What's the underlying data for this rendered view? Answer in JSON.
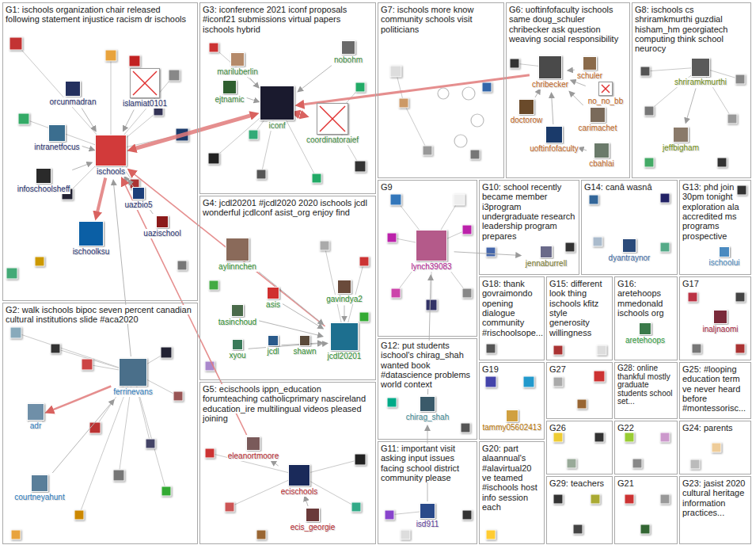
{
  "diagram": {
    "nodes": [
      {
        "text": [
          "G1: ischools organization chair released following statement injustice racism dr ischools"
        ]
      },
      {
        "text": [
          "ischools"
        ],
        "in": 0
      },
      {
        "text": [
          "orcunmadran"
        ],
        "in": 0
      },
      {
        "text": [
          "islamiat0101"
        ],
        "in": 0
      },
      {
        "text": [
          "intranetfocus"
        ],
        "in": 0
      },
      {
        "text": [
          "infoschoolsheff"
        ],
        "in": 0
      },
      {
        "text": [
          "uazbio5"
        ],
        "in": 0
      },
      {
        "text": [
          "uazischool"
        ],
        "in": 0
      },
      {
        "text": [
          "ischoolksu"
        ],
        "in": 0
      },
      {
        "text": [
          "G2: walk ischools bipoc seven percent canadian cultural institutions slide #aca2020"
        ]
      },
      {
        "text": [
          "ferrinevans"
        ],
        "in": 9
      },
      {
        "text": [
          "adr"
        ],
        "in": 9
      },
      {
        "text": [
          "courtneyahunt"
        ],
        "in": 9
      },
      {
        "text": [
          "G3: iconference 2021 iconf proposals #iconf21 submissions virtual papers ischools hybrid"
        ]
      },
      {
        "text": [
          "nobohm"
        ],
        "in": 13
      },
      {
        "text": [
          "mariluberlin"
        ],
        "in": 13
      },
      {
        "text": [
          "ejtnamic"
        ],
        "in": 13
      },
      {
        "text": [
          "iconf"
        ],
        "in": 13
      },
      {
        "text": [
          "coordinatoraief"
        ],
        "in": 13
      },
      {
        "text": [
          "G4: jcdl20201 #jcdl2020 2020 ischools jcdl wonderful jcdlconf asist_org enjoy find"
        ]
      },
      {
        "text": [
          "aylinnchen"
        ],
        "in": 19
      },
      {
        "text": [
          "asis"
        ],
        "in": 19
      },
      {
        "text": [
          "gavindya2"
        ],
        "in": 19
      },
      {
        "text": [
          "tasinchoud"
        ],
        "in": 19
      },
      {
        "text": [
          "xyou"
        ],
        "in": 19
      },
      {
        "text": [
          "jcdl"
        ],
        "in": 19
      },
      {
        "text": [
          "shawn"
        ],
        "in": 19
      },
      {
        "text": [
          "jcdl20201"
        ],
        "in": 19
      },
      {
        "text": [
          "G5: ecischools ippn_education forumteaching catholicprimary nascireland education_ire multilingual videos pleased joining"
        ]
      },
      {
        "text": [
          "eleanortmoore"
        ],
        "in": 28
      },
      {
        "text": [
          "ecischools"
        ],
        "in": 28
      },
      {
        "text": [
          "ecis_georgie"
        ],
        "in": 28
      },
      {
        "text": [
          "G6: uoftinfofaculty ischools same doug_schuler chribecker ask question weaving social responsibility"
        ]
      },
      {
        "text": [
          "chribecker"
        ],
        "in": 32
      },
      {
        "text": [
          "schuler"
        ],
        "in": 32
      },
      {
        "text": [
          "no_no_bb"
        ],
        "in": 32
      },
      {
        "text": [
          "doctorow"
        ],
        "in": 32
      },
      {
        "text": [
          "carimachet"
        ],
        "in": 32
      },
      {
        "text": [
          "uoftinfofaculty"
        ],
        "in": 32
      },
      {
        "text": [
          "cbahlai"
        ],
        "in": 32
      },
      {
        "text": [
          "G7: ischools more know community schools visit politicians"
        ]
      },
      {
        "text": [
          "G8: ischools cs shriramkmurthi guzdial hisham_hm georgiatech computing think school neurocy"
        ]
      },
      {
        "text": [
          "shriramkmurthi"
        ],
        "in": 41
      },
      {
        "text": [
          "jeffbigham"
        ],
        "in": 41
      },
      {
        "text": [
          "G9"
        ]
      },
      {
        "text": [
          "lynch39083"
        ],
        "in": 44
      },
      {
        "text": [
          "G10: school recently became member i3program undergraduate research leadership program prepares"
        ]
      },
      {
        "text": [
          "jennaburrell"
        ],
        "in": 46
      },
      {
        "text": [
          "G11: important visit asking input issues facing school district community please"
        ]
      },
      {
        "text": [
          "isd911"
        ],
        "in": 48
      },
      {
        "text": [
          "G12: put students ischool's chirag_shah wanted book #datascience problems world context"
        ]
      },
      {
        "text": [
          "chirag_shah"
        ],
        "in": 50
      },
      {
        "text": [
          "G13: phd join 30pm tonight exploration ala accredited ms programs prospective"
        ]
      },
      {
        "text": [
          "ischoolui"
        ],
        "in": 52
      },
      {
        "text": [
          "G14: canâ wasnâ"
        ]
      },
      {
        "text": [
          "dyantraynor"
        ],
        "in": 54
      },
      {
        "text": [
          "G15: different look thing ischools kfitz style generosity willingness"
        ]
      },
      {
        "text": [
          "G16: aretehoops mmedonald ischools org"
        ]
      },
      {
        "text": [
          "aretehoops"
        ],
        "in": 57
      },
      {
        "text": [
          "G17"
        ]
      },
      {
        "text": [
          "inaljnaomi"
        ],
        "in": 59
      },
      {
        "text": [
          "G18: thank govraimondo opening dialogue community #rischoolsope..."
        ]
      },
      {
        "text": [
          "G19"
        ]
      },
      {
        "text": [
          "tammy05602413"
        ],
        "in": 62
      },
      {
        "text": [
          "G20: part alaannual's #alavirtual20 ve teamed #ischools host info session each"
        ]
      },
      {
        "text": [
          "G21"
        ]
      },
      {
        "text": [
          "G22"
        ]
      },
      {
        "text": [
          "G23: jasist 2020 cultural heritage information practices..."
        ]
      },
      {
        "text": [
          "G24: parents"
        ]
      },
      {
        "text": [
          "G25: #looping education term ve never heard before #montessorisc..."
        ]
      },
      {
        "text": [
          "G26"
        ]
      },
      {
        "text": [
          "G27"
        ]
      },
      {
        "text": [
          "G28: online thankful mostly graduate students school set..."
        ]
      },
      {
        "text": [
          "G29: teachers"
        ]
      }
    ],
    "edges": [
      {
        "from": 17,
        "to": 1,
        "arrow": "both"
      },
      {
        "from": 1,
        "to": 8,
        "arrow": "to"
      },
      {
        "from": 18,
        "to": 17,
        "arrow": "both"
      },
      {
        "from": 2,
        "to": 1,
        "arrow": "to"
      },
      {
        "from": 3,
        "to": 1,
        "arrow": "to"
      },
      {
        "from": 4,
        "to": 1,
        "arrow": "to"
      },
      {
        "from": 5,
        "to": 1,
        "arrow": "to"
      },
      {
        "from": 6,
        "to": 1,
        "arrow": "to"
      },
      {
        "from": 7,
        "to": 1,
        "arrow": "to"
      },
      {
        "from": 27,
        "to": 1,
        "arrow": "to"
      },
      {
        "from": 29,
        "to": 1,
        "arrow": "to"
      },
      {
        "from": 10,
        "to": 11,
        "arrow": "to"
      },
      {
        "from": 12,
        "to": 10,
        "arrow": "to"
      },
      {
        "from": 10,
        "to": 1,
        "arrow": "to"
      },
      {
        "from": 14,
        "to": 17,
        "arrow": "to"
      },
      {
        "from": 15,
        "to": 17,
        "arrow": "to"
      },
      {
        "from": 16,
        "to": 17,
        "arrow": "to"
      },
      {
        "from": 20,
        "to": 27,
        "arrow": "to"
      },
      {
        "from": 21,
        "to": 27,
        "arrow": "to"
      },
      {
        "from": 22,
        "to": 27,
        "arrow": "to"
      },
      {
        "from": 23,
        "to": 27,
        "arrow": "to"
      },
      {
        "from": 24,
        "to": 27,
        "arrow": "to"
      },
      {
        "from": 25,
        "to": 27,
        "arrow": "to"
      },
      {
        "from": 26,
        "to": 27,
        "arrow": "to"
      },
      {
        "from": 31,
        "to": 30,
        "arrow": "to"
      },
      {
        "from": 30,
        "to": 29,
        "arrow": "to"
      },
      {
        "from": 33,
        "to": 17,
        "arrow": "to"
      },
      {
        "from": 34,
        "to": 33,
        "arrow": "to"
      },
      {
        "from": 35,
        "to": 33,
        "arrow": "to"
      },
      {
        "from": 36,
        "to": 33,
        "arrow": "to"
      },
      {
        "from": 37,
        "to": 33,
        "arrow": "to"
      },
      {
        "from": 38,
        "to": 33,
        "arrow": "to"
      },
      {
        "from": 39,
        "to": 38,
        "arrow": "to"
      },
      {
        "from": 42,
        "to": 43,
        "arrow": "to"
      },
      {
        "from": 45,
        "to": 47,
        "arrow": "to"
      },
      {
        "from": 51,
        "to": 45,
        "arrow": "to"
      },
      {
        "from": 49,
        "to": 51,
        "arrow": "to"
      }
    ]
  }
}
